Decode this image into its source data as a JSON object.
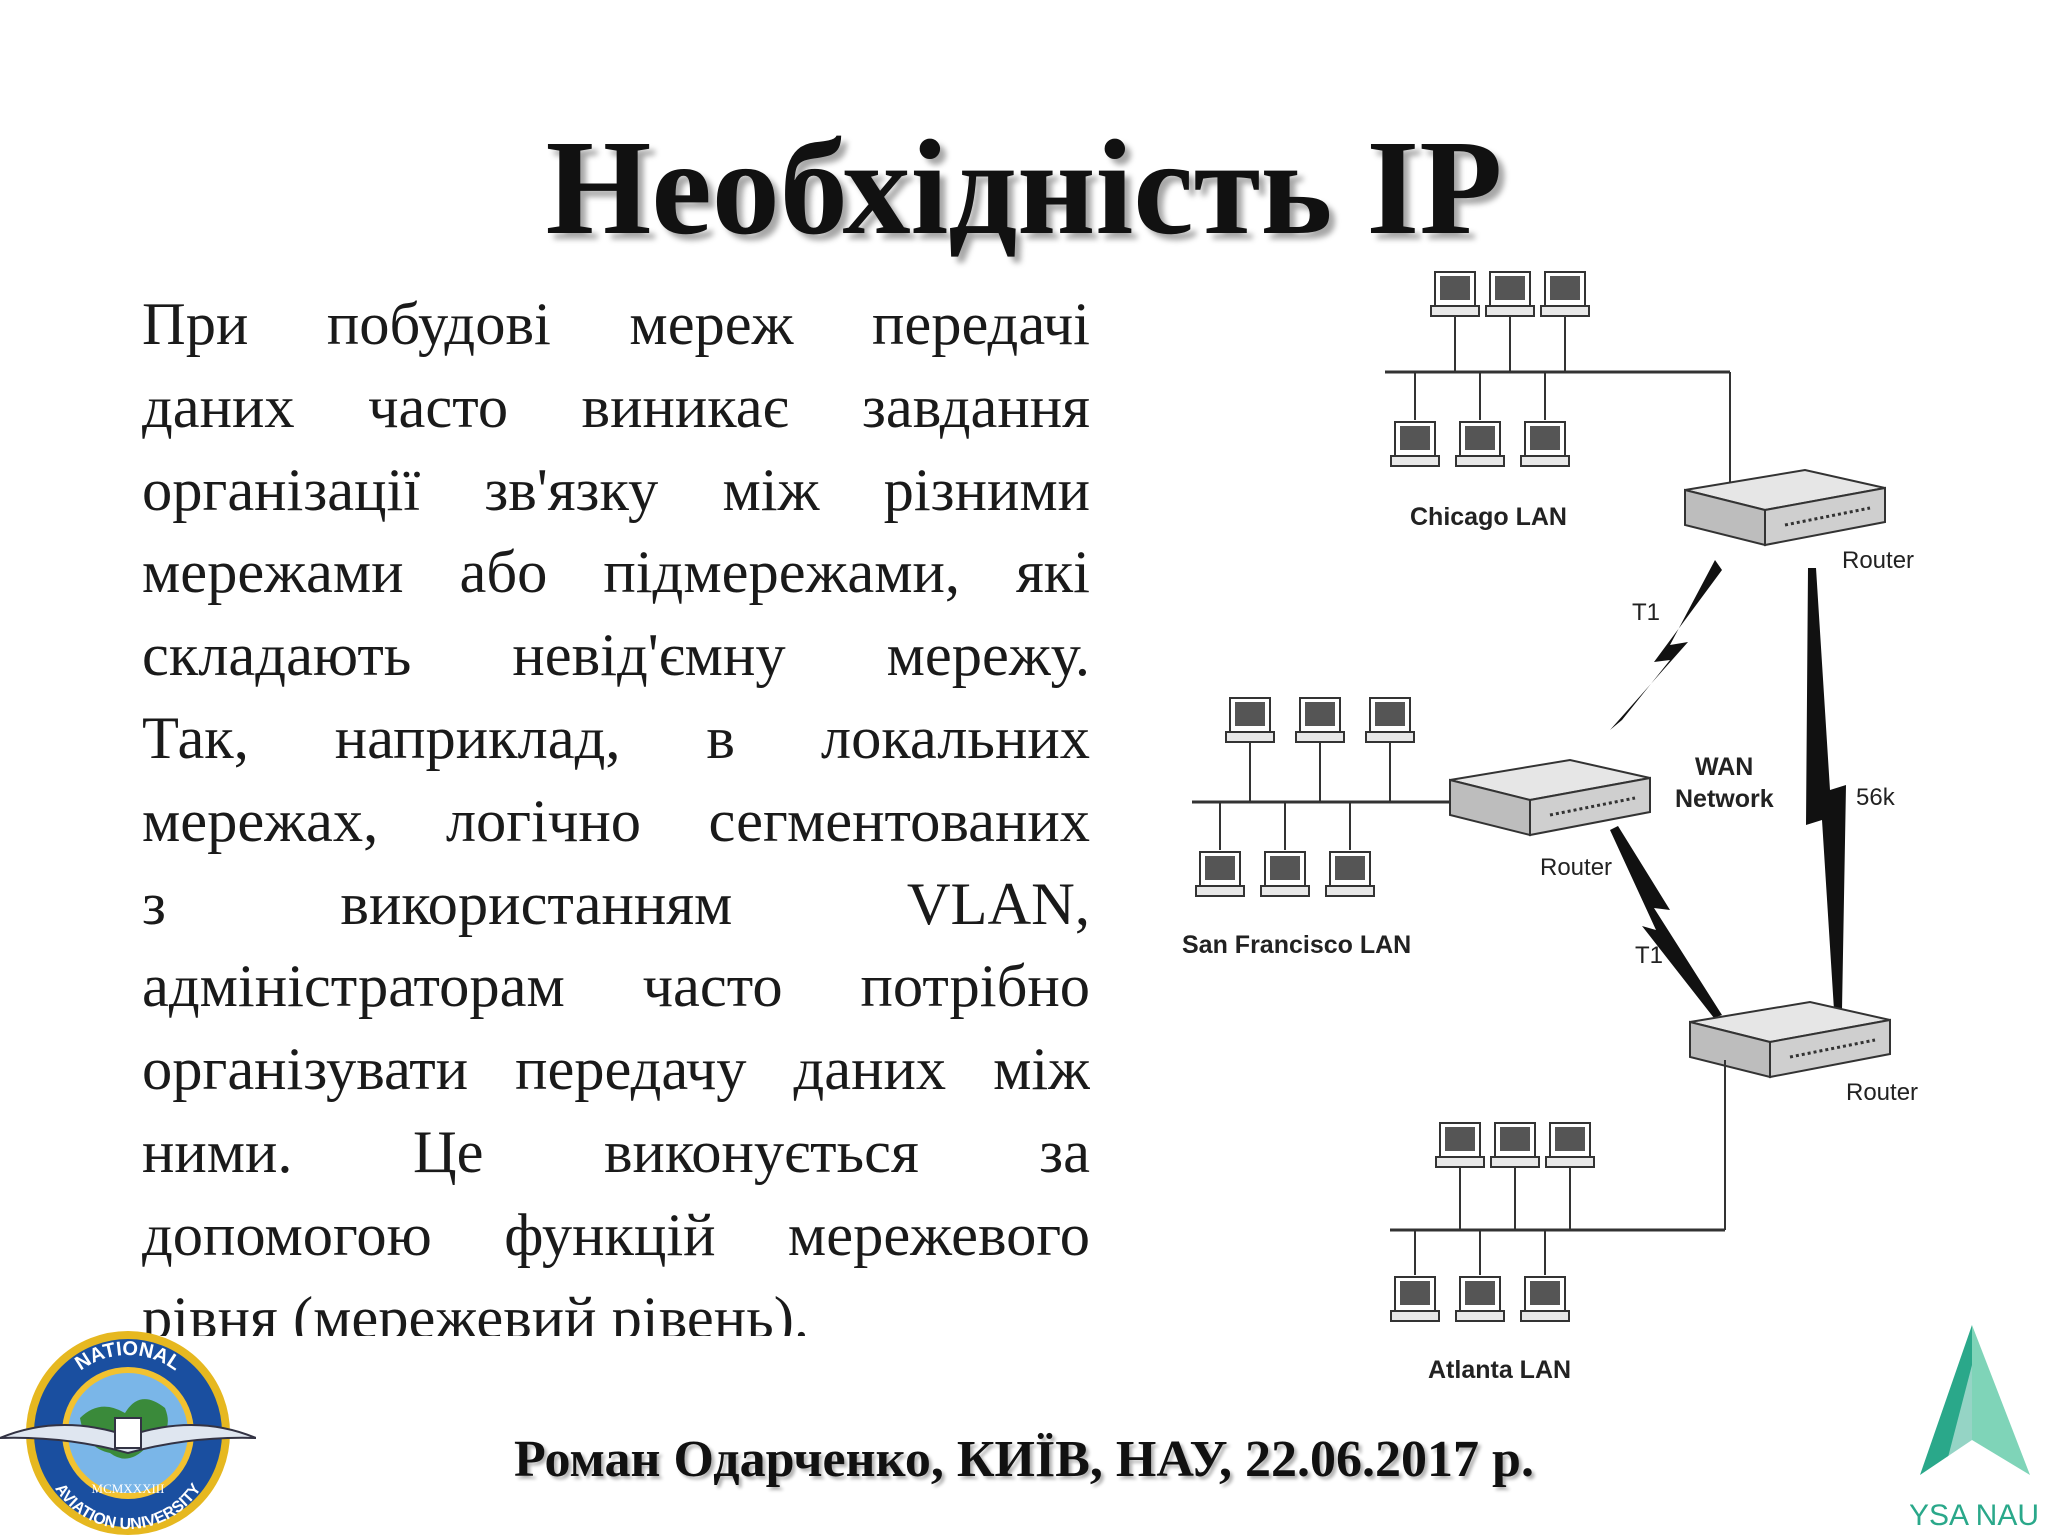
{
  "slide": {
    "title": "Необхідність IP",
    "body_lines": [
      "При побудові мереж передачі",
      "даних часто виникає завдання",
      "організації зв'язку між різними",
      "мережами або підмережами, які",
      "складають невід'ємну мережу.",
      "Так, наприклад, в локальних",
      "мережах, логічно сегментованих",
      "з використанням VLAN,",
      "адміністраторам часто потрібно",
      "організувати передачу даних між",
      "ними. Це виконується за",
      "допомогою функцій мережевого",
      "рівня (мережевий рівень)."
    ],
    "footer": "Роман Одарченко, КИЇВ, НАУ, 22.06.2017 р."
  },
  "diagram": {
    "lan_chicago": "Chicago LAN",
    "lan_sf": "San Francisco LAN",
    "lan_atlanta": "Atlanta LAN",
    "router_top": "Router",
    "router_mid": "Router",
    "router_bottom": "Router",
    "wan_line1": "WAN",
    "wan_line2": "Network",
    "link_t1_top": "T1",
    "link_t1_bottom": "T1",
    "link_56k": "56k"
  },
  "logos": {
    "nau_text_top": "NATIONAL",
    "nau_text_bottom": "AVIATION UNIVERSITY",
    "nau_roman": "MCMXXXIII",
    "ysa": "YSA NAU"
  }
}
